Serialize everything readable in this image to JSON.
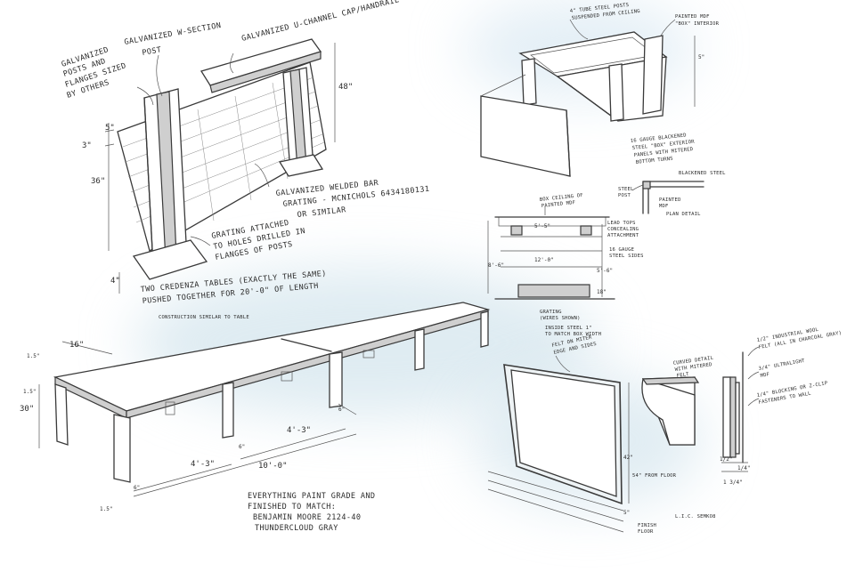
{
  "railing": {
    "note_posts": [
      "GALVANIZED",
      "POSTS AND",
      "FLANGES SIZED",
      "BY OTHERS"
    ],
    "note_w_section": [
      "GALVANIZED W-SECTION",
      "POST"
    ],
    "note_cap": "GALVANIZED U-CHANNEL CAP/HANDRAIL",
    "note_grating_welded": [
      "GALVANIZED WELDED BAR",
      "GRATING - MCNICHOLS 6434180131",
      "OR SIMILAR"
    ],
    "note_grating_attached": [
      "GRATING ATTACHED",
      "TO HOLES DRILLED IN",
      "FLANGES OF POSTS"
    ],
    "dim_5": "5\"",
    "dim_3": "3\"",
    "dim_36": "36\"",
    "dim_48": "48\"",
    "dim_4": "4\""
  },
  "credenza": {
    "note_tables": [
      "TWO CREDENZA TABLES (EXACTLY THE SAME)",
      "PUSHED TOGETHER FOR 20'-0\" OF LENGTH"
    ],
    "note_construction": "CONSTRUCTION SIMILAR TO TABLE",
    "dim_16": "16\"",
    "dim_1_5_top": "1.5\"",
    "dim_1_5_side": "1.5\"",
    "dim_30": "30\"",
    "dim_6_a": "6\"",
    "dim_6_b": "6\"",
    "dim_6_c": "6\"",
    "dim_4_3_a": "4'-3\"",
    "dim_4_3_b": "4'-3\"",
    "dim_10_0": "10'-0\"",
    "dim_1_5_bottom": "1.5\"",
    "note_paint": [
      "EVERYTHING PAINT GRADE AND",
      "FINISHED TO MATCH:",
      "BENJAMIN MOORE 2124-40",
      "THUNDERCLOUD GRAY"
    ]
  },
  "box": {
    "note_tube": [
      "4\" TUBE STEEL POSTS",
      "SUSPENDED FROM CEILING"
    ],
    "note_painted": [
      "PAINTED MDF",
      "\"BOX\" INTERIOR"
    ],
    "dim_5": "5\"",
    "note_blackened": [
      "16 GAUGE BLACKENED",
      "STEEL \"BOX\" EXTERIOR",
      "PANELS WITH MITERED",
      "BOTTOM TURNS"
    ]
  },
  "section": {
    "note_top": [
      "BOX CEILING OF",
      "PAINTED MDF"
    ],
    "note_right": [
      "LEAD TOPS",
      "CONCEALING",
      "ATTACHMENT"
    ],
    "note_steel_top": [
      "16 GAUGE",
      "STEEL SIDES"
    ],
    "note_grating": [
      "GRATING",
      "(WIRES SHOWN)"
    ],
    "note_bottom": [
      "INSIDE STEEL 1\"",
      "TO MATCH BOX WIDTH"
    ],
    "dim_top": "5'-5\"",
    "dim_mid": "12'-0\"",
    "dim_left": "8'-6\"",
    "dim_right": "5'-6\"",
    "dim_bottom": "18\""
  },
  "plan": {
    "note_steel": [
      "STEEL",
      "POST"
    ],
    "note_blackened": "BLACKENED STEEL",
    "note_mdf": [
      "PAINTED",
      "MDF"
    ],
    "title": "PLAN DETAIL"
  },
  "panel": {
    "note_felt": [
      "FELT ON MITER",
      "EDGE AND SIDES"
    ],
    "dim_42": "42\"",
    "dim_54": "54\" FROM FLOOR",
    "dim_5": "5\"",
    "note_floor": [
      "FINISH",
      "FLOOR"
    ]
  },
  "shelf": {
    "note_detail": [
      "CURVED DETAIL",
      "WITH MITERED",
      "FELT"
    ],
    "note_felt": [
      "1/2\" INDUSTRIAL WOOL",
      "FELT (ALL IN CHARCOAL GRAY)"
    ],
    "note_mdf": [
      "3/4\" ULTRALIGHT",
      "MDF"
    ],
    "note_blocking": [
      "1/4\" BLOCKING OR Z-CLIP",
      "FASTENERS TO WALL"
    ],
    "dim_a": "1/2\"",
    "dim_b": "1/4\"",
    "dim_c": "1 3/4\"",
    "title": "L.I.C. SEMKO8"
  }
}
